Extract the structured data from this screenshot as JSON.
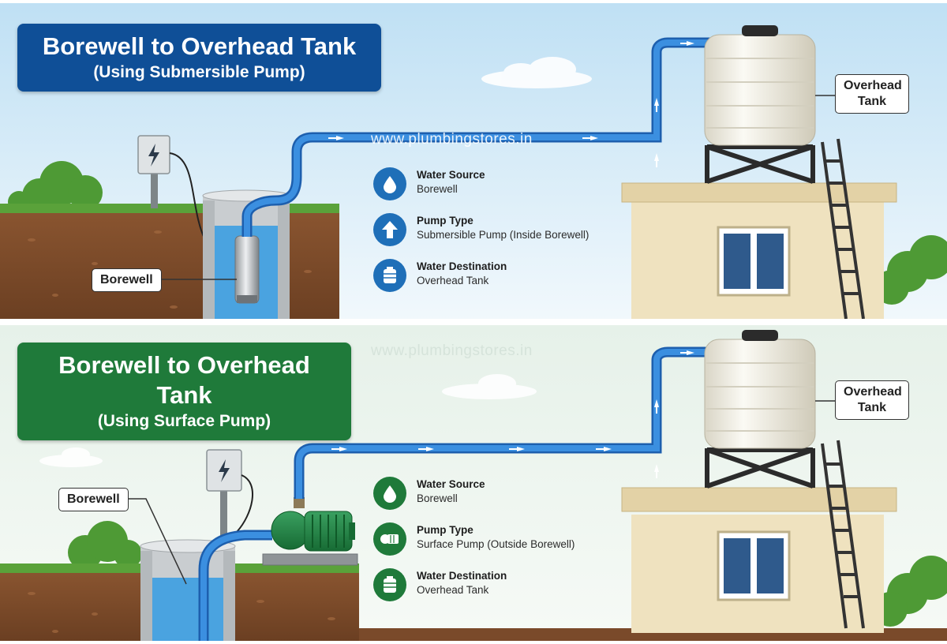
{
  "panels": [
    {
      "title": "Borewell to Overhead Tank",
      "subtitle": "(Using Submersible Pump)",
      "title_color": "#0f4f97",
      "icon_color": "#1f6fb8",
      "borewell_label": "Borewell",
      "tank_label_line1": "Overhead",
      "tank_label_line2": "Tank",
      "watermark": "www.plumbingstores.in",
      "info": [
        {
          "icon": "water-drop-icon",
          "title": "Water Source",
          "value": "Borewell"
        },
        {
          "icon": "up-arrow-icon",
          "title": "Pump Type",
          "value": "Submersible Pump (Inside Borewell)"
        },
        {
          "icon": "tank-icon",
          "title": "Water Destination",
          "value": "Overhead Tank"
        }
      ]
    },
    {
      "title": "Borewell to Overhead Tank",
      "subtitle": "(Using Surface Pump)",
      "title_color": "#1f7a3a",
      "icon_color": "#1f7a3a",
      "borewell_label": "Borewell",
      "tank_label_line1": "Overhead",
      "tank_label_line2": "Tank",
      "watermark": "www.plumbingstores.in",
      "info": [
        {
          "icon": "water-drop-icon",
          "title": "Water Source",
          "value": "Borewell"
        },
        {
          "icon": "pump-icon",
          "title": "Pump Type",
          "value": "Surface Pump (Outside Borewell)"
        },
        {
          "icon": "tank-icon",
          "title": "Water Destination",
          "value": "Overhead Tank"
        }
      ]
    }
  ],
  "colors": {
    "pipe": "#2f7fd6",
    "water": "#4aa3e0",
    "soil": "#7a4a2a",
    "grass": "#5aa23a",
    "building": "#efe2bf",
    "tank": "#f4f1e6"
  }
}
